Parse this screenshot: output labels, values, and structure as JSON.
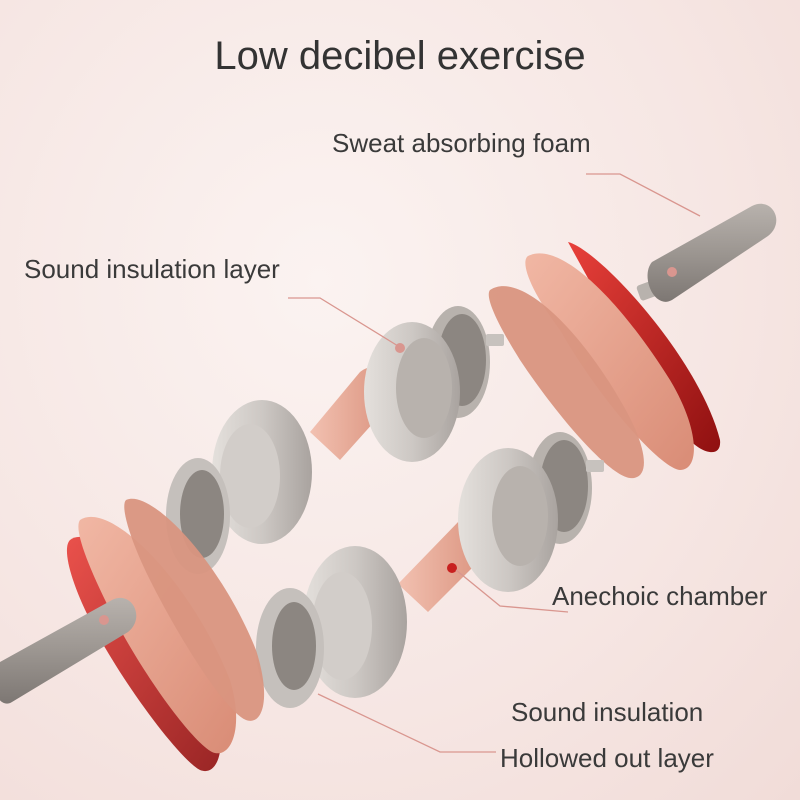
{
  "title": "Low decibel exercise",
  "callouts": {
    "sweat_foam": "Sweat absorbing foam",
    "sound_insulation_layer": "Sound insulation layer",
    "anechoic_chamber": "Anechoic chamber",
    "sound_insulation": "Sound insulation",
    "hollowed_out_layer": "Hollowed out layer"
  },
  "colors": {
    "background": "#f6e6e3",
    "frame_pink": "#e8a490",
    "frame_dark": "#c98571",
    "accent_red": "#c8201f",
    "wheel_grey": "#cfcac6",
    "grip_grey": "#9e9893",
    "leader_line": "#d9968f"
  }
}
